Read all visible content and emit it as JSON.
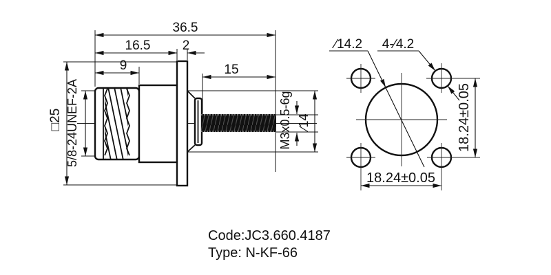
{
  "drawing": {
    "side": {
      "overall_length": "36.5",
      "front_length": "16.5",
      "flange_thickness": "2",
      "thread_length": "9",
      "stud_length": "15",
      "flange_size": "□25",
      "coupling_thread": "5/8-24UNEF-2A",
      "stud_thread": "M3x0.5-6g",
      "boss_diameter": "∕14"
    },
    "front": {
      "center_hole_diameter": "∕14.2",
      "mount_holes": "4-∕4.2",
      "hole_spacing_horizontal": "18.24±0.05",
      "hole_spacing_vertical": "18.24±0.05"
    },
    "title": {
      "code": "Code:JC3.660.4187",
      "type": "Type: N-KF-66"
    }
  },
  "colors": {
    "line": "#111111",
    "background": "#ffffff"
  }
}
